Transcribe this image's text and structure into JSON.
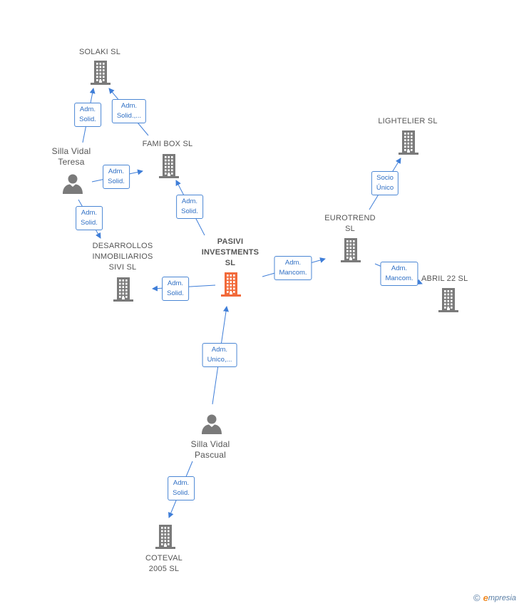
{
  "colors": {
    "edge": "#3f7ed8",
    "company_icon": "#7a7a7a",
    "main_icon": "#f26a3a",
    "person_icon": "#7a7a7a"
  },
  "nodes": [
    {
      "id": "solaki",
      "label": "SOLAKI SL",
      "type": "company"
    },
    {
      "id": "famibox",
      "label": "FAMI BOX SL",
      "type": "company"
    },
    {
      "id": "teresa",
      "label": "Silla Vidal\nTeresa",
      "type": "person"
    },
    {
      "id": "desarrollos",
      "label": "DESARROLLOS\nINMOBILIARIOS\nSIVI  SL",
      "type": "company"
    },
    {
      "id": "pasivi",
      "label": "PASIVI\nINVESTMENTS\nSL",
      "type": "main"
    },
    {
      "id": "lightelier",
      "label": "LIGHTELIER SL",
      "type": "company"
    },
    {
      "id": "eurotrend",
      "label": "EUROTREND\nSL",
      "type": "company"
    },
    {
      "id": "abril",
      "label": "ABRIL 22  SL",
      "type": "company"
    },
    {
      "id": "pascual",
      "label": "Silla Vidal\nPascual",
      "type": "person"
    },
    {
      "id": "coteval",
      "label": "COTEVAL\n2005  SL",
      "type": "company"
    }
  ],
  "edges": [
    {
      "from": "teresa",
      "to": "solaki",
      "label": "Adm.\nSolid."
    },
    {
      "from": "famibox",
      "to": "solaki",
      "label": "Adm.\nSolid.,..."
    },
    {
      "from": "teresa",
      "to": "famibox",
      "label": "Adm.\nSolid."
    },
    {
      "from": "pasivi",
      "to": "famibox",
      "label": "Adm.\nSolid."
    },
    {
      "from": "teresa",
      "to": "desarrollos",
      "label": "Adm.\nSolid."
    },
    {
      "from": "pasivi",
      "to": "desarrollos",
      "label": "Adm.\nSolid."
    },
    {
      "from": "pasivi",
      "to": "eurotrend",
      "label": "Adm.\nMancom."
    },
    {
      "from": "eurotrend",
      "to": "lightelier",
      "label": "Socio\nÚnico"
    },
    {
      "from": "eurotrend",
      "to": "abril",
      "label": "Adm.\nMancom."
    },
    {
      "from": "pascual",
      "to": "pasivi",
      "label": "Adm.\nUnico,..."
    },
    {
      "from": "pascual",
      "to": "coteval",
      "label": "Adm.\nSolid."
    }
  ],
  "footer": {
    "copyright": "©",
    "brand_initial": "e",
    "brand_rest": "mpresia"
  }
}
